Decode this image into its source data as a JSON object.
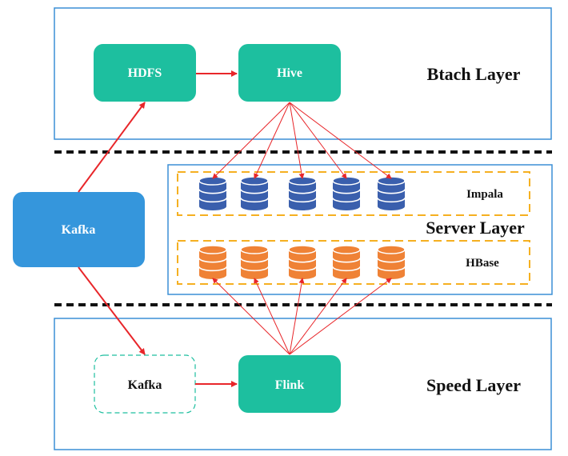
{
  "layers": {
    "batch": "Btach Layer",
    "server": "Server Layer",
    "speed": "Speed Layer"
  },
  "nodes": {
    "hdfs": "HDFS",
    "hive": "Hive",
    "kafka_source": "Kafka",
    "kafka_speed": "Kafka",
    "flink": "Flink"
  },
  "stores": {
    "impala": "Impala",
    "hbase": "HBase"
  },
  "colors": {
    "teal_node": "#1dbf9f",
    "blue_node": "#3596dc",
    "layer_border": "#3b8fd6",
    "arrow": "#e8262a",
    "impala_db": "#3a5fad",
    "hbase_db": "#ef8236",
    "dash_group": "#f5b021",
    "separator": "#111111"
  }
}
